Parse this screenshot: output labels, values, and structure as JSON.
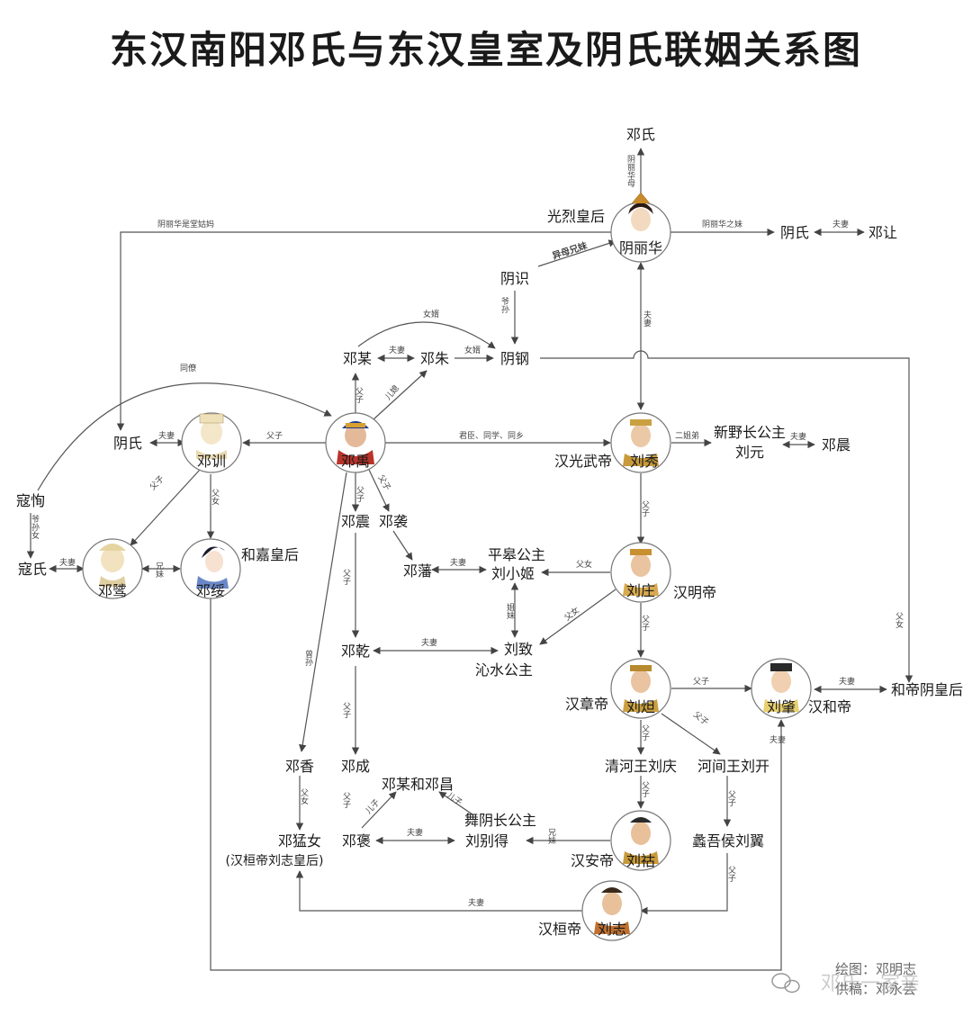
{
  "title": "东汉南阳邓氏与东汉皇室及阴氏联姻关系图",
  "nodes": {
    "dengshi": "邓氏",
    "guanglie": "光烈皇后",
    "yinlihua": "阴丽华",
    "yinshi_r": "阴氏",
    "dengrang": "邓让",
    "yinshi_l": "阴氏",
    "yinshi2": "阴识",
    "dengmou": "邓某",
    "dengzhu": "邓朱",
    "yingang": "阴钢",
    "dengxun": "邓训",
    "dengyu": "邓禹",
    "hanguangwu": "汉光武帝",
    "liuxiu": "刘秀",
    "xinye": "新野长公主",
    "liuyuan": "刘元",
    "dengchen": "邓晨",
    "koutong": "寇恂",
    "koushi": "寇氏",
    "dengzhi": "邓骘",
    "dengsui": "邓绥",
    "hexi": "和嘉皇后",
    "dengzhen": "邓震",
    "dengxi": "邓袭",
    "dengfan": "邓藩",
    "pinggao": "平皋公主",
    "liuxiaoji": "刘小姬",
    "liuzhuang": "刘庄",
    "hanming": "汉明帝",
    "dengqian": "邓乾",
    "liuzhi": "刘致",
    "qinshui": "沁水公主",
    "hanzhang": "汉章帝",
    "liuda": "刘炟",
    "liuzhao": "刘肇",
    "hanhe": "汉和帝",
    "heyin": "和帝阴皇后",
    "dengxiang": "邓香",
    "dengcheng": "邓成",
    "qinghe": "清河王刘庆",
    "hejian": "河间王刘开",
    "dengmouchang": "邓某和邓昌",
    "wuyin": "舞阴长公主",
    "liubiede": "刘别得",
    "dengbao": "邓褒",
    "dengmeng": "邓猛女",
    "dengmeng_note": "(汉桓帝刘志皇后)",
    "hanan": "汉安帝",
    "liuhu": "刘祜",
    "liwu": "蠡吾侯刘翼",
    "hanhuan": "汉桓帝",
    "liuzhi2": "刘志"
  },
  "edge_labels": {
    "l01": "阴丽华母",
    "l02": "阴丽华之妹",
    "l03": "夫妻",
    "l04": "阴丽华是堂姑妈",
    "l05": "异母兄妹",
    "l06": "爷孙",
    "l07": "夫妻",
    "l08": "女婿",
    "l09": "夫妻",
    "l10": "女婿",
    "l11": "同僚",
    "l12": "父子",
    "l13": "儿媳",
    "l14": "父子",
    "l15": "君臣、同学、同乡",
    "l16": "二姐弟",
    "l17": "夫妻",
    "l18": "夫妻",
    "l19": "父子",
    "l20": "父女",
    "l21": "兄妹",
    "l22": "爷孙女",
    "l23": "夫妻",
    "l24": "父子",
    "l25": "父子",
    "l26": "父子",
    "l27": "夫妻",
    "l28": "父女",
    "l29": "父子",
    "l30": "姐妹",
    "l31": "父女",
    "l32": "夫妻",
    "l33": "父子",
    "l34": "父子",
    "l35": "夫妻",
    "l36": "父女",
    "l37": "父子",
    "l38": "父子",
    "l39": "父子",
    "l40": "父子",
    "l41": "父子",
    "l42": "父子",
    "l43": "儿子",
    "l44": "儿子",
    "l45": "夫妻",
    "l46": "兄妹",
    "l47": "父子",
    "l48": "父女",
    "l49": "夫妻",
    "l50": "夫妻",
    "l51": "曾孙",
    "l52": "父女"
  },
  "credits": {
    "drawn": "绘图：邓明志",
    "provided": "供稿：邓永芸"
  },
  "watermark": "邓氏一家亲"
}
